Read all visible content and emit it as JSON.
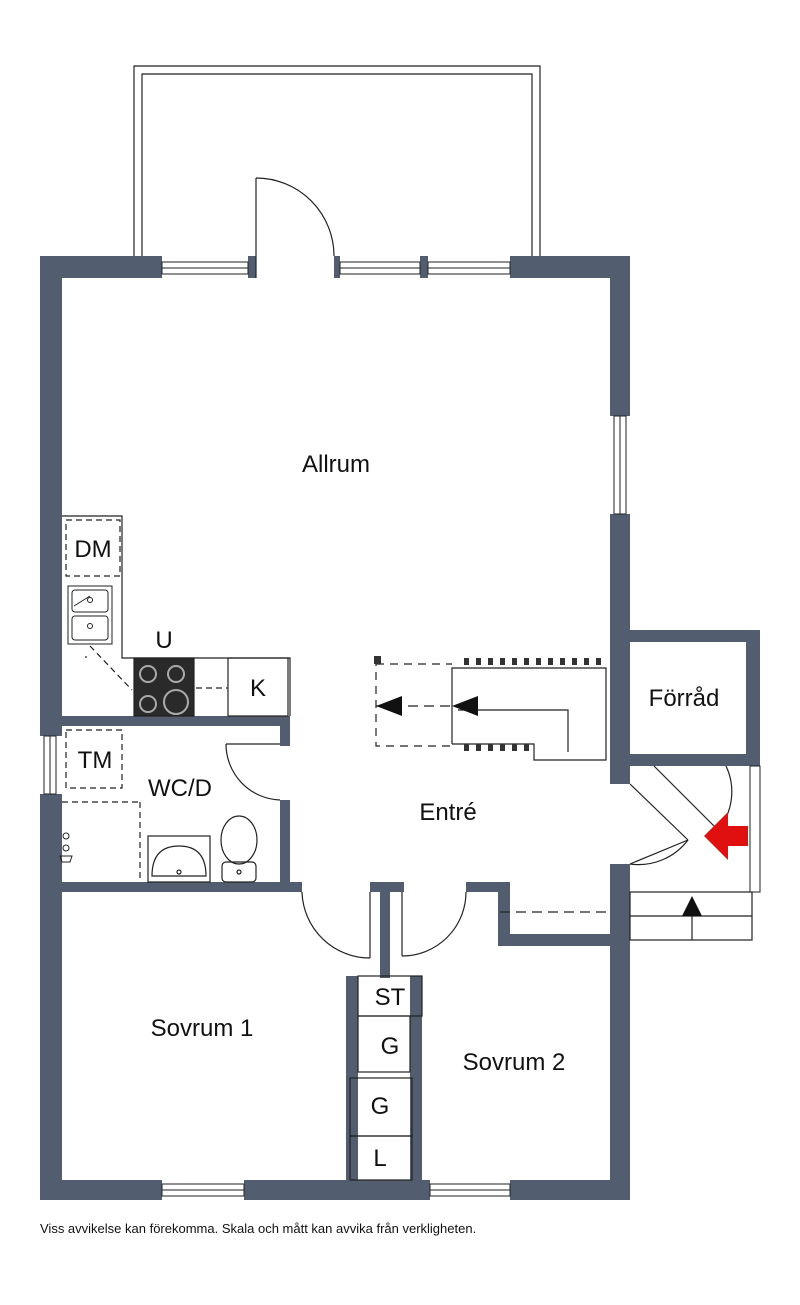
{
  "colors": {
    "wall": "#525e70",
    "line": "#222222",
    "entry_arrow": "#e01010",
    "background": "#ffffff"
  },
  "rooms": {
    "allrum": "Allrum",
    "entre": "Entré",
    "forrad": "Förråd",
    "wc": "WC/D",
    "sovrum1": "Sovrum 1",
    "sovrum2": "Sovrum 2"
  },
  "fixtures": {
    "dm": "DM",
    "u": "U",
    "k": "K",
    "tm": "TM",
    "st": "ST",
    "g1": "G",
    "g2": "G",
    "l": "L"
  },
  "icons": [
    "balcony",
    "door-swing-arc",
    "window",
    "stairs-arrow",
    "entry-arrow-icon",
    "sink-icon",
    "toilet-icon",
    "stove-icon",
    "kitchen-sink-icon",
    "shower-icon"
  ],
  "disclaimer": "Viss avvikelse kan förekomma. Skala och mått kan avvika från verkligheten."
}
